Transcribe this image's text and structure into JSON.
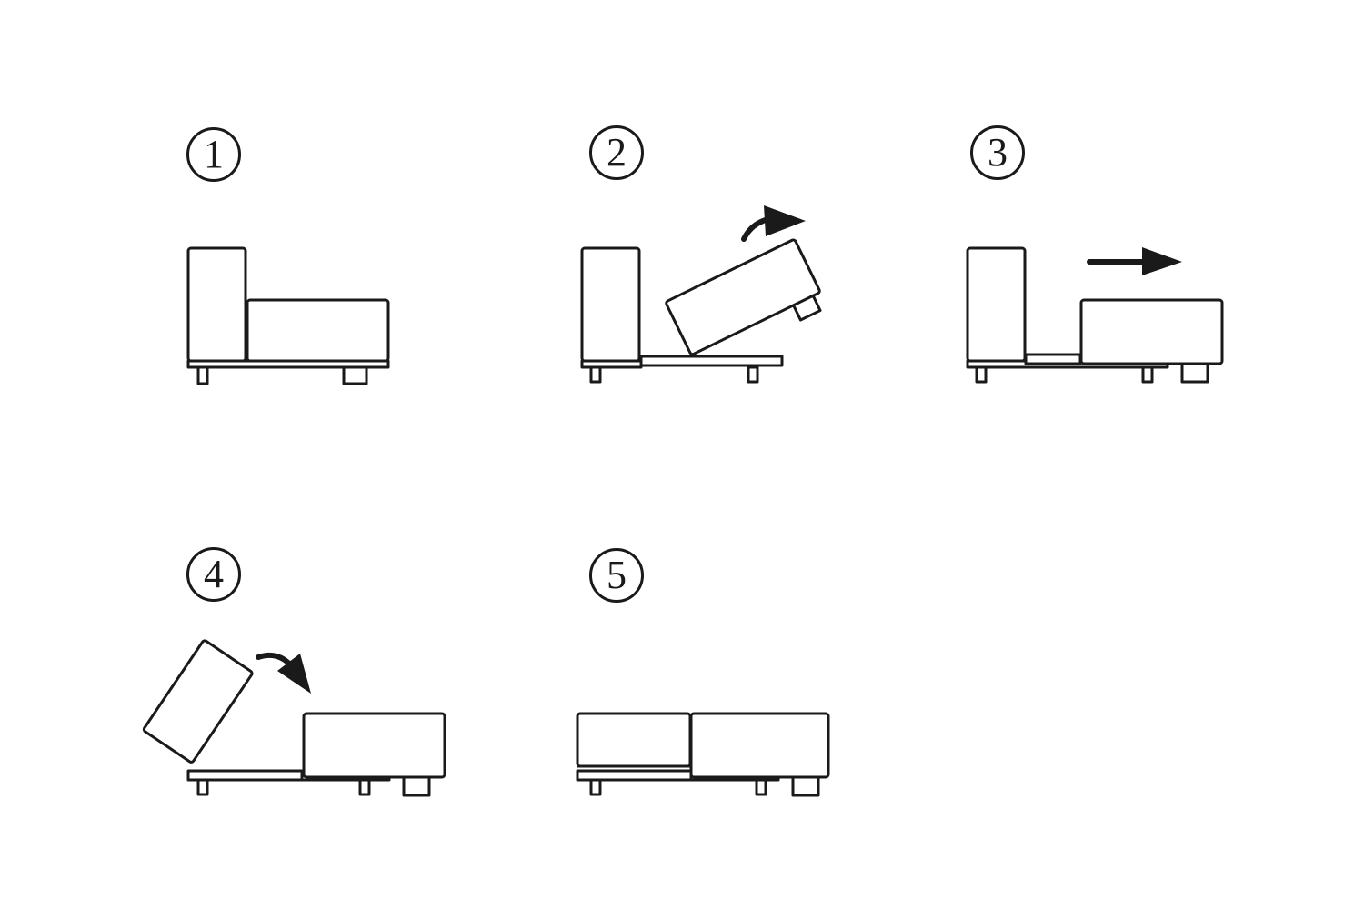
{
  "diagram": {
    "type": "sofa-bed-conversion-instructions",
    "steps": [
      {
        "number": "1",
        "label": "①",
        "description": "Sofa in seating position: backrest upright, seat cushion in place"
      },
      {
        "number": "2",
        "label": "②",
        "description": "Lift and tilt the seat cushion forward (curved arrow)"
      },
      {
        "number": "3",
        "label": "③",
        "description": "Pull the seat section out to the right (straight arrow)"
      },
      {
        "number": "4",
        "label": "④",
        "description": "Fold the backrest down (curved arrow)"
      },
      {
        "number": "5",
        "label": "⑤",
        "description": "Flat bed position"
      }
    ],
    "colors": {
      "line": "#1a1a1a",
      "fill": "#ffffff",
      "background": "#ffffff"
    }
  }
}
